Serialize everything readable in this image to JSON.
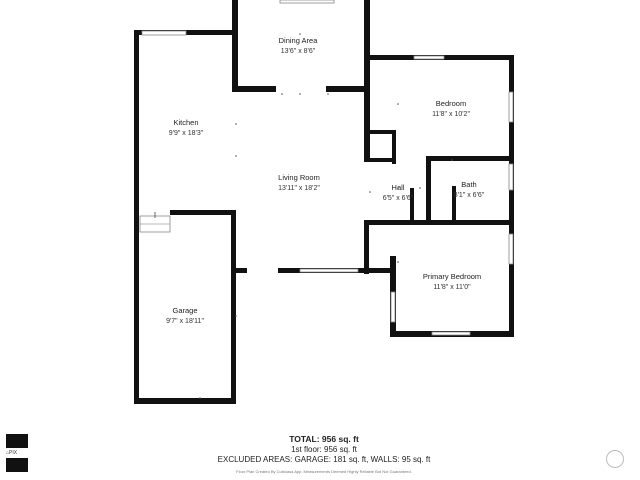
{
  "rooms": [
    {
      "id": "dining-area",
      "name": "Dining Area",
      "dims": "13'6\" x 8'6\""
    },
    {
      "id": "kitchen",
      "name": "Kitchen",
      "dims": "9'9\" x 18'3\""
    },
    {
      "id": "bedroom",
      "name": "Bedroom",
      "dims": "11'8\" x 10'2\""
    },
    {
      "id": "living-room",
      "name": "Living Room",
      "dims": "13'11\" x 18'2\""
    },
    {
      "id": "hall",
      "name": "Hall",
      "dims": "6'5\" x 6'6\""
    },
    {
      "id": "bath",
      "name": "Bath",
      "dims": "8'1\" x 6'6\""
    },
    {
      "id": "garage",
      "name": "Garage",
      "dims": "9'7\" x 18'11\""
    },
    {
      "id": "primary-bedroom",
      "name": "Primary Bedroom",
      "dims": "11'8\" x 11'0\""
    }
  ],
  "summary": {
    "total": "TOTAL: 956 sq. ft",
    "first_floor": "1st floor: 956 sq. ft",
    "excluded": "EXCLUDED AREAS: GARAGE: 181 sq. ft, WALLS: 95 sq. ft",
    "credit": "Floor Plan Created By Cubicasa App. Measurements Deemed Highly Reliable But Not Guaranteed."
  },
  "logo": {
    "caption": "PIX"
  },
  "colors": {
    "wall": "#111111",
    "window": "#ffffff",
    "text": "#222222"
  }
}
